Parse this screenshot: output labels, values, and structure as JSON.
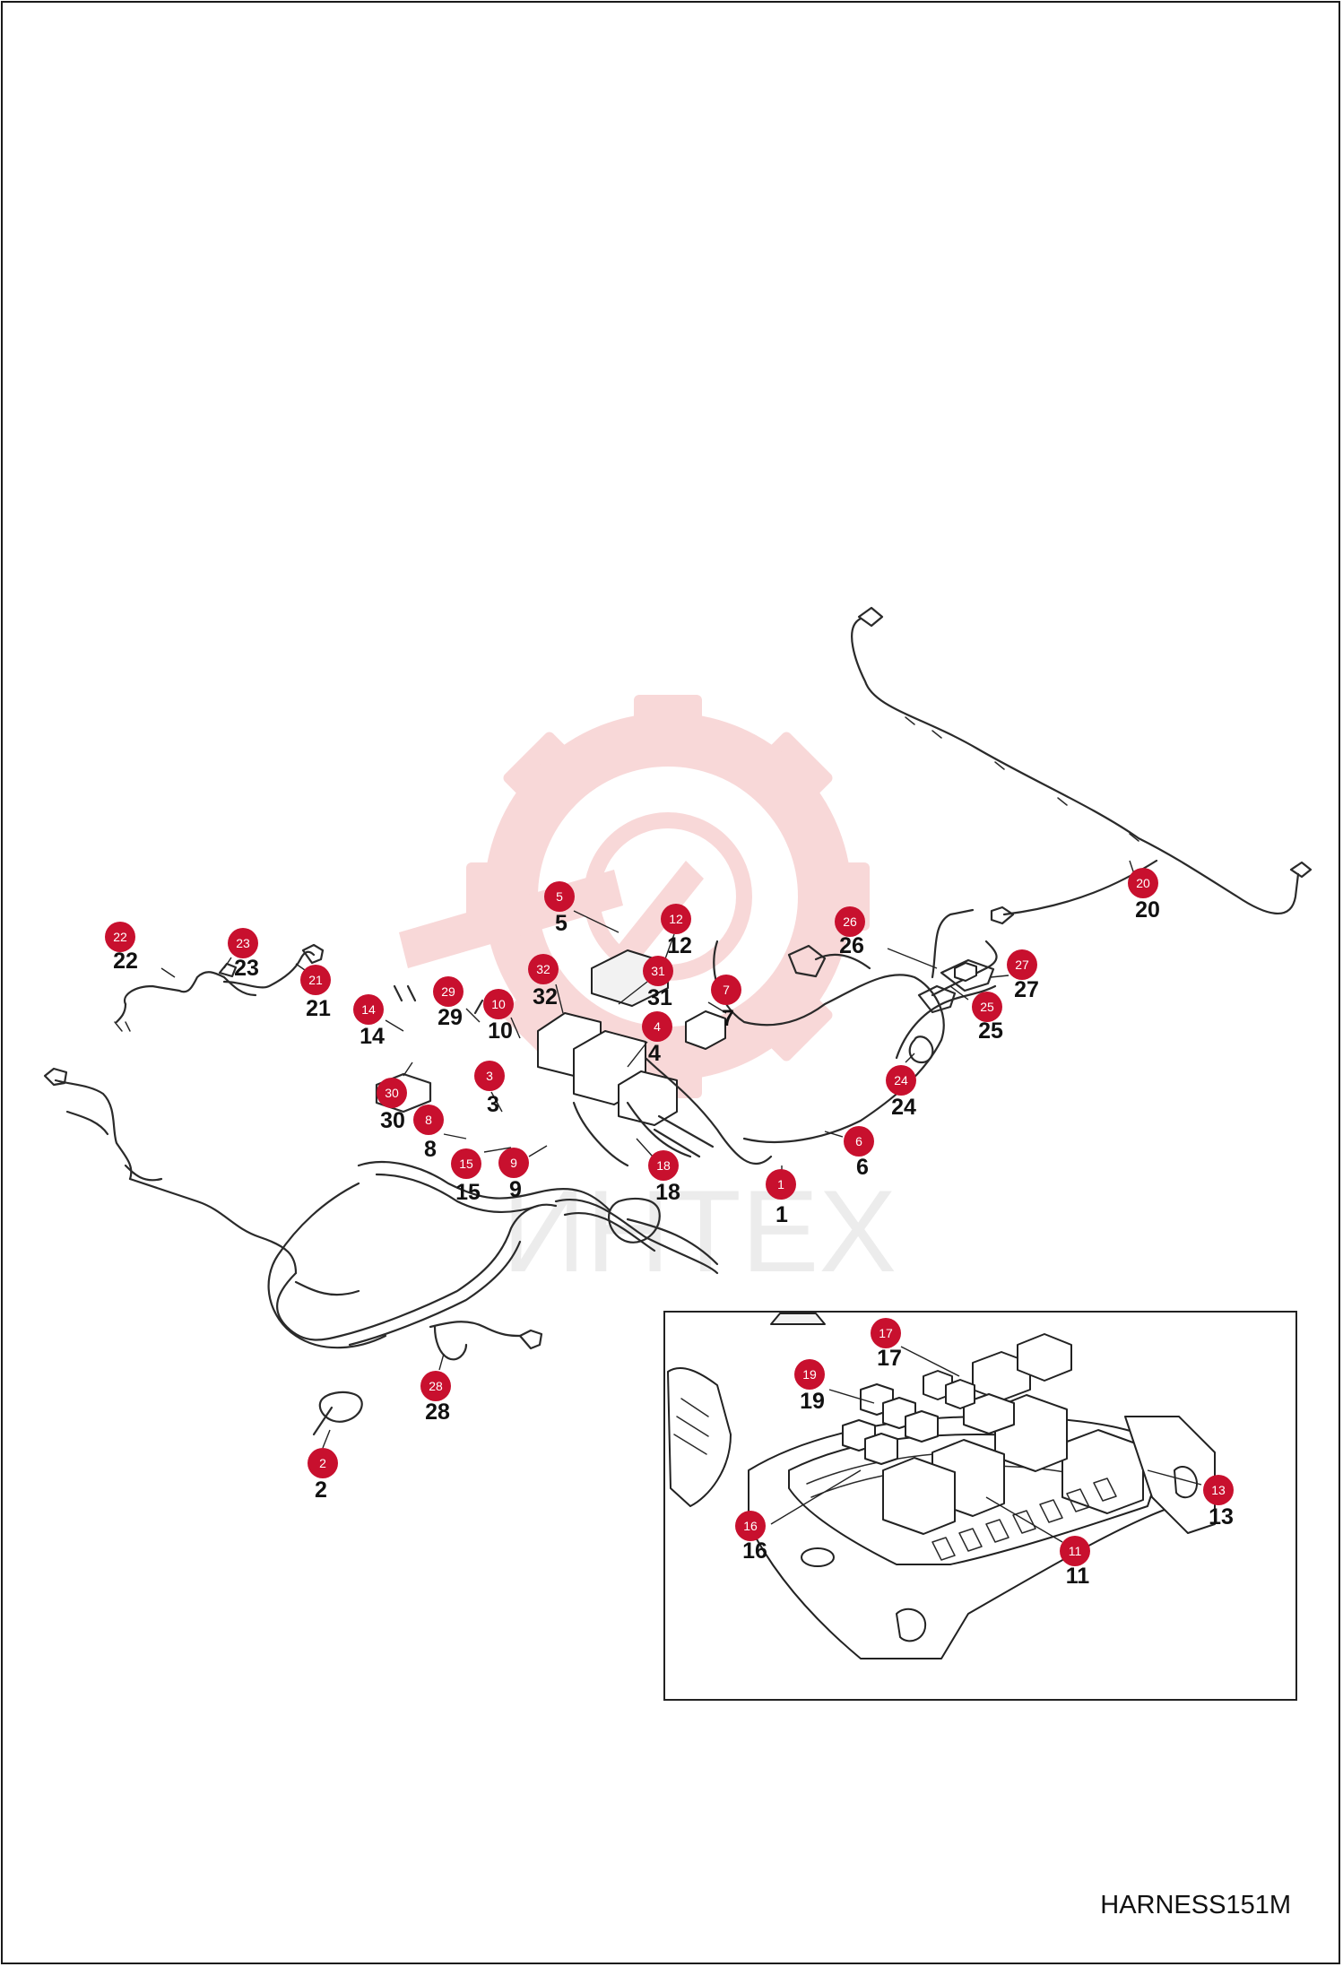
{
  "caption": "HARNESS151M",
  "watermark_text": "ИНТЕХ",
  "colors": {
    "callout": "#c8102e",
    "line": "#222222",
    "watermark": "#f2b8b8"
  },
  "callouts": [
    {
      "badge": "1",
      "label": "1"
    },
    {
      "badge": "2",
      "label": "2"
    },
    {
      "badge": "3",
      "label": "3"
    },
    {
      "badge": "4",
      "label": "4"
    },
    {
      "badge": "5",
      "label": "5"
    },
    {
      "badge": "6",
      "label": "6"
    },
    {
      "badge": "7",
      "label": "7"
    },
    {
      "badge": "8",
      "label": "8"
    },
    {
      "badge": "9",
      "label": "9"
    },
    {
      "badge": "10",
      "label": "10"
    },
    {
      "badge": "11",
      "label": "11"
    },
    {
      "badge": "12",
      "label": "12"
    },
    {
      "badge": "13",
      "label": "13"
    },
    {
      "badge": "14",
      "label": "14"
    },
    {
      "badge": "15",
      "label": "15"
    },
    {
      "badge": "16",
      "label": "16"
    },
    {
      "badge": "17",
      "label": "17"
    },
    {
      "badge": "18",
      "label": "18"
    },
    {
      "badge": "19",
      "label": "19"
    },
    {
      "badge": "20",
      "label": "20"
    },
    {
      "badge": "21",
      "label": "21"
    },
    {
      "badge": "22",
      "label": "22"
    },
    {
      "badge": "23",
      "label": "23"
    },
    {
      "badge": "24",
      "label": "24"
    },
    {
      "badge": "25",
      "label": "25"
    },
    {
      "badge": "26",
      "label": "26"
    },
    {
      "badge": "27",
      "label": "27"
    },
    {
      "badge": "28",
      "label": "28"
    },
    {
      "badge": "29",
      "label": "29"
    },
    {
      "badge": "30",
      "label": "30"
    },
    {
      "badge": "31",
      "label": "31"
    },
    {
      "badge": "32",
      "label": "32"
    }
  ]
}
